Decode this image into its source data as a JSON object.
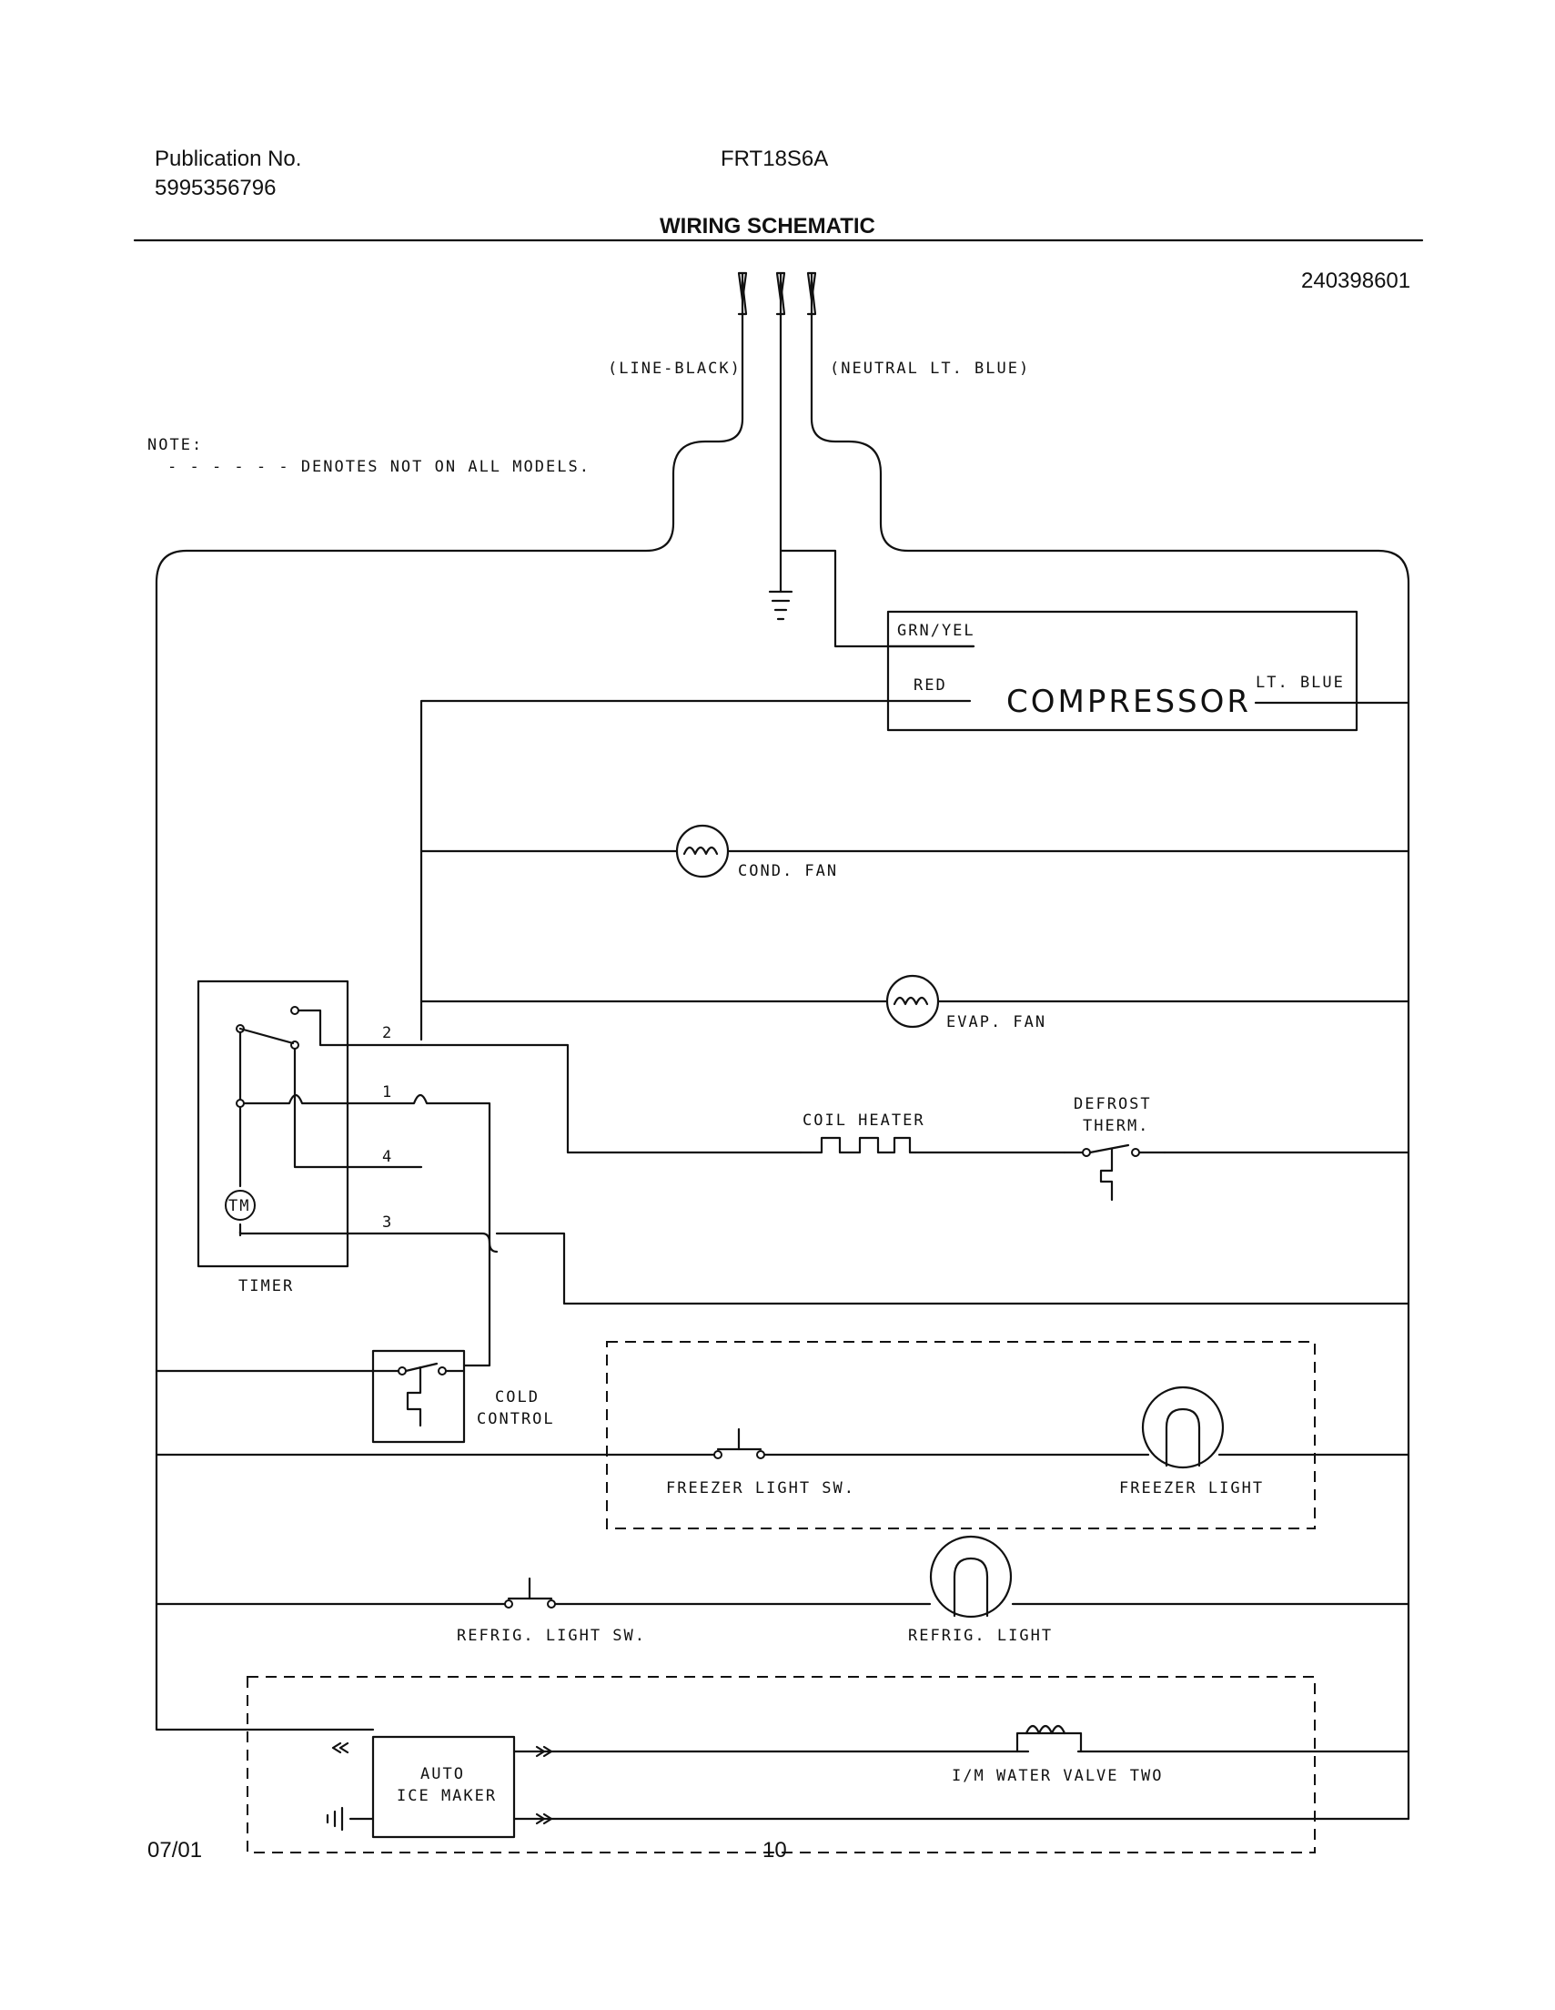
{
  "header": {
    "publication_label": "Publication No.",
    "publication_number": "5995356796",
    "model": "FRT18S6A",
    "title": "WIRING SCHEMATIC",
    "part_number": "240398601"
  },
  "note": {
    "label": "NOTE:",
    "text": "- - - - - - DENOTES NOT ON ALL MODELS."
  },
  "supply": {
    "line_label": "(LINE-BLACK)",
    "neutral_label": "(NEUTRAL LT. BLUE)"
  },
  "compressor": {
    "name": "COMPRESSOR",
    "ground_terminal": "GRN/YEL",
    "run_terminal": "RED",
    "neutral_terminal": "LT. BLUE"
  },
  "components": {
    "cond_fan": "COND. FAN",
    "evap_fan": "EVAP. FAN",
    "coil_heater": "COIL HEATER",
    "defrost_therm_line1": "DEFROST",
    "defrost_therm_line2": "THERM.",
    "timer": "TIMER",
    "timer_motor": "TM",
    "cold_control_line1": "COLD",
    "cold_control_line2": "CONTROL",
    "freezer_light_sw": "FREEZER LIGHT SW.",
    "freezer_light": "FREEZER LIGHT",
    "refrig_light_sw": "REFRIG. LIGHT SW.",
    "refrig_light": "REFRIG. LIGHT",
    "ice_maker_line1": "AUTO",
    "ice_maker_line2": "ICE MAKER",
    "water_valve": "I/M WATER VALVE TWO"
  },
  "timer_terminals": [
    "2",
    "1",
    "4",
    "3"
  ],
  "footer": {
    "date": "07/01",
    "page": "10"
  }
}
